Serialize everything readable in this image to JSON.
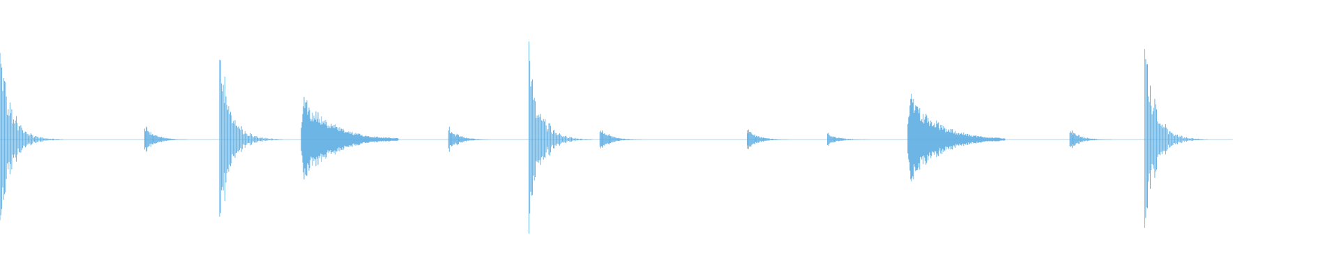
{
  "waveform": {
    "color": "#5dade2",
    "background": "#ffffff",
    "onsets": [
      {
        "time": 0.0,
        "amplitude": 0.98,
        "decay": 0.55,
        "type": "ringing"
      },
      {
        "time": 0.108,
        "amplitude": 0.17,
        "decay": 0.35,
        "type": "burst"
      },
      {
        "time": 0.164,
        "amplitude": 0.98,
        "decay": 0.55,
        "type": "ringing"
      },
      {
        "time": 0.225,
        "amplitude": 0.52,
        "decay": 0.9,
        "type": "dense"
      },
      {
        "time": 0.335,
        "amplitude": 0.15,
        "decay": 0.35,
        "type": "burst"
      },
      {
        "time": 0.395,
        "amplitude": 0.98,
        "decay": 0.55,
        "type": "ringing"
      },
      {
        "time": 0.448,
        "amplitude": 0.15,
        "decay": 0.35,
        "type": "burst"
      },
      {
        "time": 0.558,
        "amplitude": 0.13,
        "decay": 0.35,
        "type": "burst"
      },
      {
        "time": 0.618,
        "amplitude": 0.08,
        "decay": 0.2,
        "type": "burst"
      },
      {
        "time": 0.678,
        "amplitude": 0.54,
        "decay": 0.85,
        "type": "dense"
      },
      {
        "time": 0.799,
        "amplitude": 0.12,
        "decay": 0.35,
        "type": "burst"
      },
      {
        "time": 0.855,
        "amplitude": 0.96,
        "decay": 0.55,
        "type": "ringing"
      }
    ],
    "end_time": 0.905
  }
}
